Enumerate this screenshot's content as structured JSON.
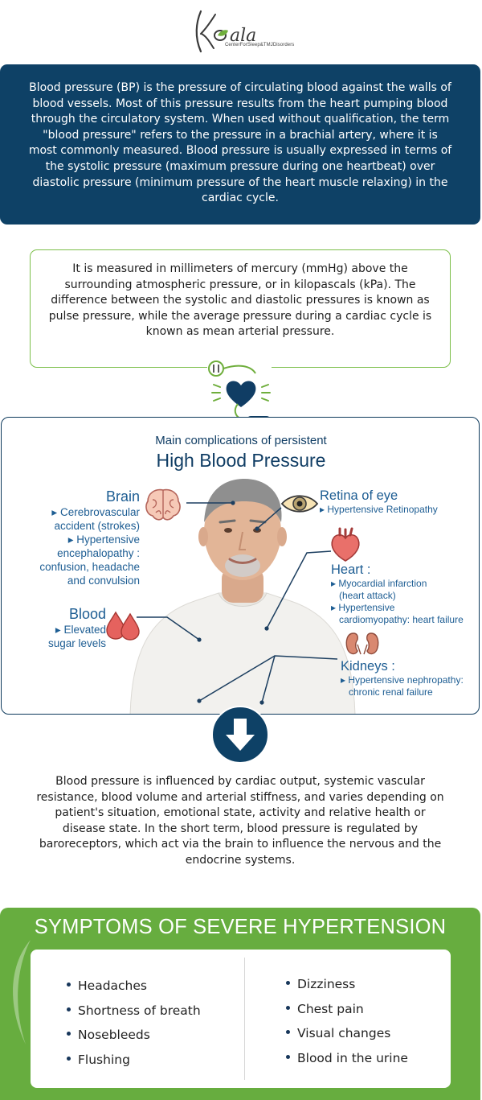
{
  "brand": {
    "name": "Koala",
    "tagline": "CenterForSleep&TMJDisorders",
    "colors": {
      "navy": "#0e4166",
      "green": "#67ad3f",
      "leaf_green": "#7cbf4a",
      "label_blue": "#1d5d93"
    }
  },
  "intro": {
    "text": "Blood pressure (BP) is the pressure of circulating blood against the walls of blood vessels. Most of this pressure results from the heart pumping blood through the circulatory system. When used without qualification, the term \"blood pressure\" refers to the pressure in a brachial artery, where it is most commonly measured. Blood pressure is usually expressed in terms of the systolic pressure (maximum pressure during one heartbeat) over diastolic pressure (minimum pressure of the heart muscle relaxing) in the cardiac cycle."
  },
  "measured": {
    "text": "It is measured in millimeters of mercury (mmHg) above the surrounding atmospheric pressure, or in kilopascals (kPa). The difference between the systolic and diastolic pressures is known as pulse pressure, while the average pressure during a cardiac cycle is known as mean arterial pressure."
  },
  "complications": {
    "subtitle": "Main complications of persistent",
    "title": "High Blood Pressure",
    "brain": {
      "heading": "Brain",
      "items": [
        "▸ Cerebrovascular",
        "accident (strokes)",
        "▸ Hypertensive",
        "encephalopathy :",
        "confusion, headache",
        "and convulsion"
      ]
    },
    "blood": {
      "heading": "Blood",
      "items": [
        "▸ Elevated",
        "sugar levels"
      ]
    },
    "retina": {
      "heading": "Retina of eye",
      "items": [
        "▸ Hypertensive Retinopathy"
      ]
    },
    "heart": {
      "heading": "Heart :",
      "items": [
        "▸ Myocardial infarction",
        "(heart attack)",
        "▸ Hypertensive",
        "cardiomyopathy: heart failure"
      ]
    },
    "kidneys": {
      "heading": "Kidneys :",
      "items": [
        "▸ Hypertensive nephropathy:",
        "chronic renal failure"
      ]
    }
  },
  "influence": {
    "text": "Blood pressure is influenced by cardiac output, systemic vascular resistance, blood volume and arterial stiffness, and varies depending on patient's situation, emotional state, activity and relative health or disease state. In the short term, blood pressure is regulated by baroreceptors, which act via the brain to influence the nervous and the endocrine systems."
  },
  "symptoms": {
    "title": "SYMPTOMS OF SEVERE HYPERTENSION",
    "left": [
      "Headaches",
      "Shortness of breath",
      "Nosebleeds",
      "Flushing"
    ],
    "right": [
      "Dizziness",
      "Chest pain",
      "Visual changes",
      "Blood in the urine"
    ]
  },
  "icons": [
    "logo-leaf-icon",
    "stethoscope-icon",
    "heart-icon",
    "blood-pressure-cuff-icon",
    "brain-icon",
    "eye-icon",
    "heart-organ-icon",
    "blood-drops-icon",
    "kidneys-icon",
    "down-arrow-icon",
    "leaf-icon"
  ]
}
